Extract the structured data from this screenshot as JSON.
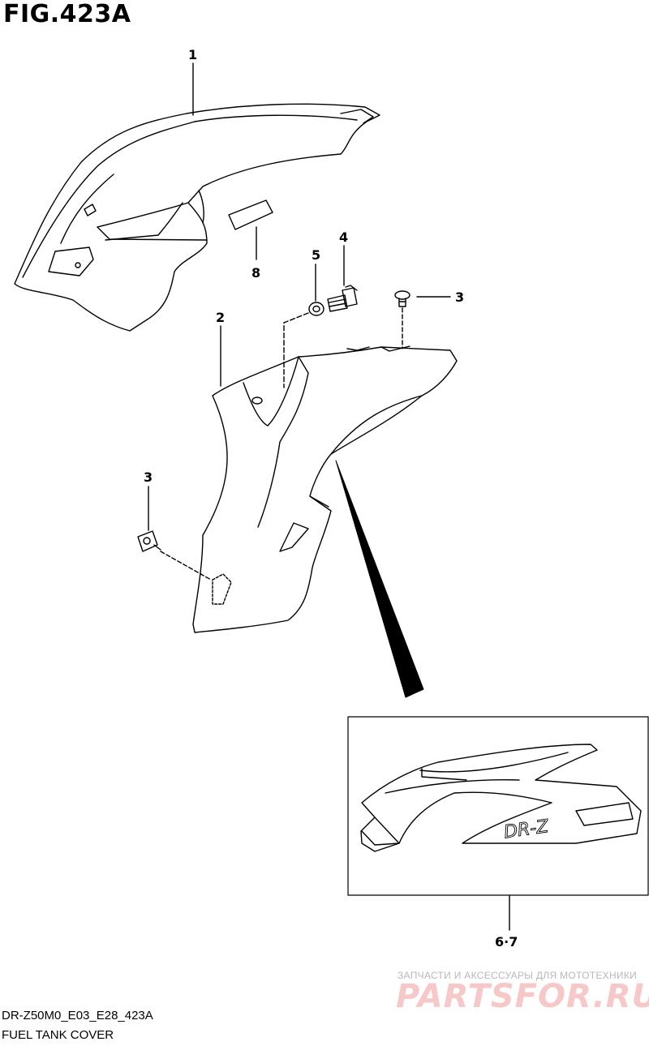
{
  "figure_title": "FIG.423A",
  "callouts": {
    "p1": "1",
    "p2": "2",
    "p3_top": "3",
    "p3_left": "3",
    "p4": "4",
    "p5": "5",
    "p8": "8",
    "p67": "6·7"
  },
  "inset_decal_text": "DR-Z",
  "model_code": "DR-Z50M0_E03_E28_423A",
  "caption": "FUEL TANK COVER",
  "watermark": {
    "line1": "ЗАПЧАСТИ И АКСЕССУАРЫ ДЛЯ МОТОТЕХНИКИ",
    "line2": "PARTSFOR.RU"
  }
}
